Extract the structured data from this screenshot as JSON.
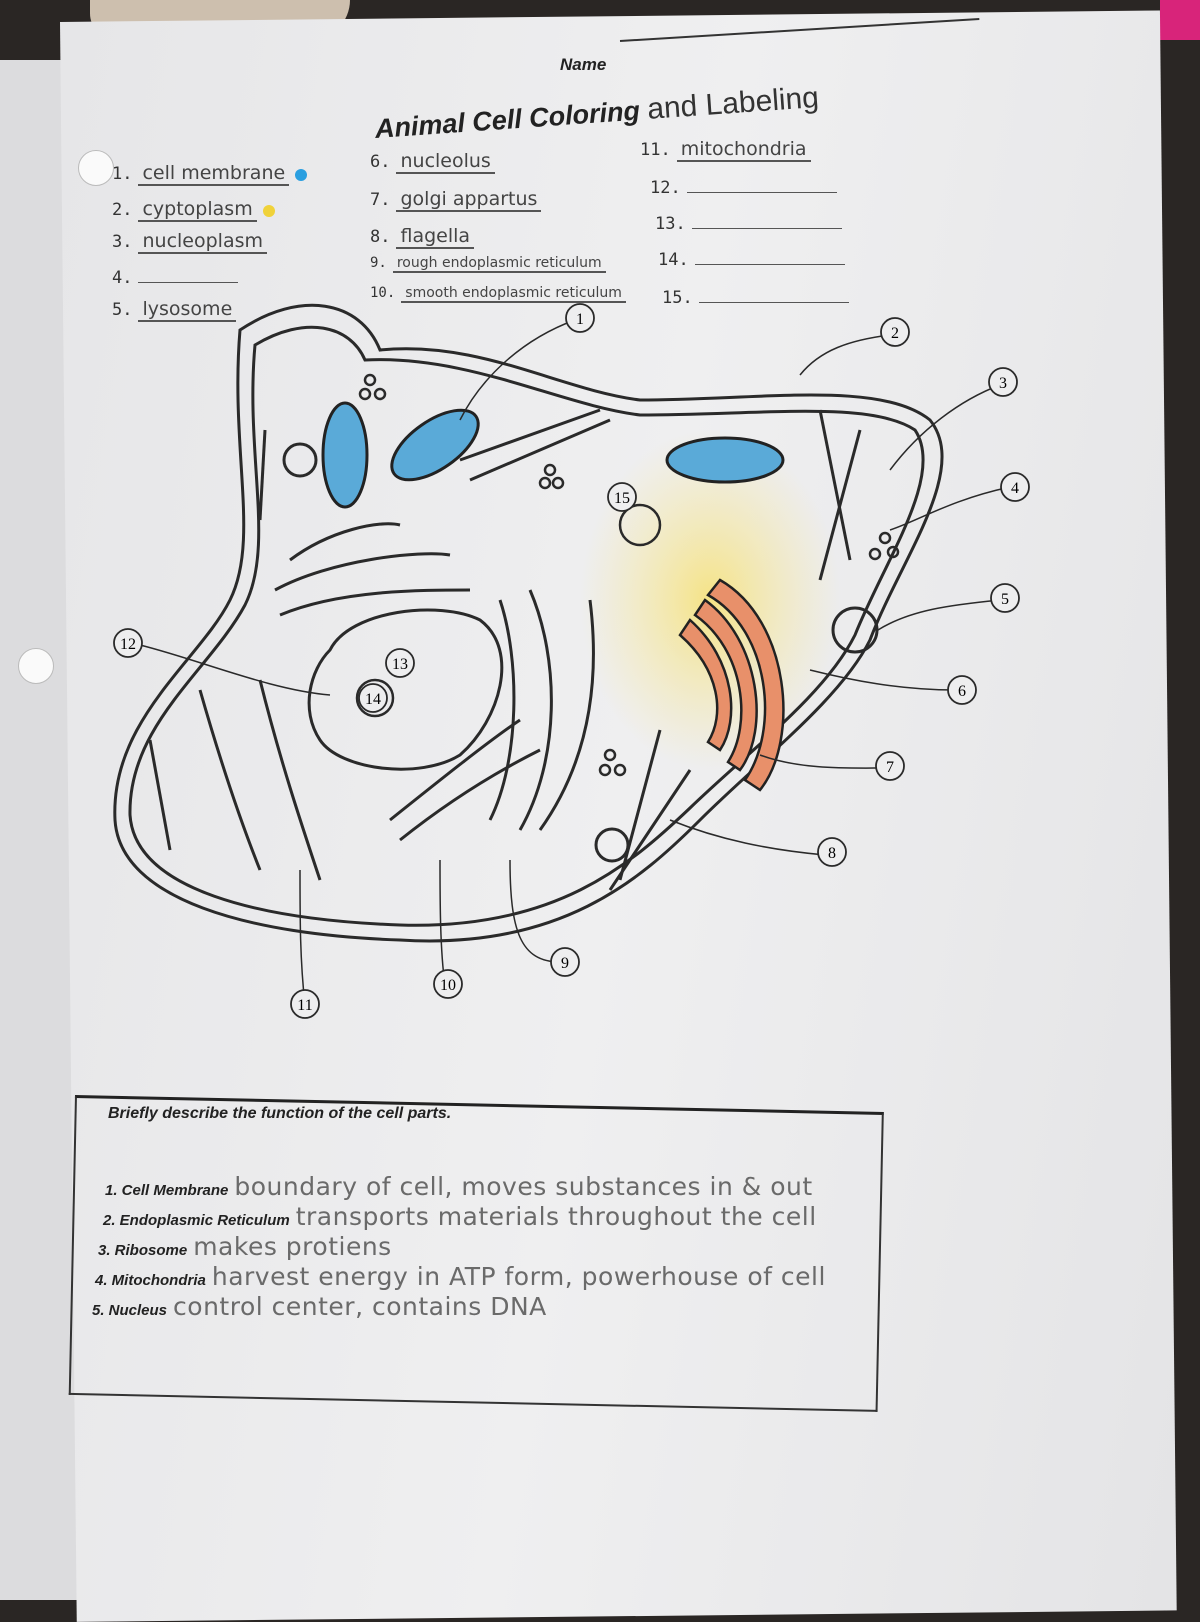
{
  "header": {
    "name_label": "Name",
    "title_print": "Animal Cell Coloring",
    "title_hand": "and Labeling"
  },
  "labels": [
    {
      "num": "1.",
      "answer": "cell membrane",
      "color": "#2a9fe0"
    },
    {
      "num": "2.",
      "answer": "cyptoplasm",
      "color": "#f0d23a"
    },
    {
      "num": "3.",
      "answer": "nucleoplasm"
    },
    {
      "num": "4.",
      "answer": ""
    },
    {
      "num": "5.",
      "answer": "lysosome"
    },
    {
      "num": "6.",
      "answer": "nucleolus"
    },
    {
      "num": "7.",
      "answer": "golgi appartus"
    },
    {
      "num": "8.",
      "answer": "flagella"
    },
    {
      "num": "9.",
      "answer": "rough endoplasmic reticulum"
    },
    {
      "num": "10.",
      "answer": "smooth endoplasmic reticulum"
    },
    {
      "num": "11.",
      "answer": "mitochondria"
    },
    {
      "num": "12.",
      "answer": ""
    },
    {
      "num": "13.",
      "answer": ""
    },
    {
      "num": "14.",
      "answer": ""
    },
    {
      "num": "15.",
      "answer": ""
    }
  ],
  "diagram": {
    "callouts": [
      "1",
      "2",
      "3",
      "4",
      "5",
      "6",
      "7",
      "8",
      "9",
      "10",
      "11",
      "12",
      "13",
      "14",
      "15"
    ],
    "colors": {
      "mitochondria": "#5aaad8",
      "golgi": "#e8906a",
      "cytoplasm": "#f6e79a"
    }
  },
  "functions": {
    "prompt": "Briefly describe the function of the cell parts.",
    "items": [
      {
        "label": "1. Cell Membrane",
        "answer": "boundary of cell, moves substances in & out"
      },
      {
        "label": "2. Endoplasmic Reticulum",
        "answer": "transports materials throughout the cell"
      },
      {
        "label": "3. Ribosome",
        "answer": "makes protiens"
      },
      {
        "label": "4. Mitochondria",
        "answer": "harvest energy in ATP form, powerhouse of cell"
      },
      {
        "label": "5. Nucleus",
        "answer": "control center, contains DNA"
      }
    ]
  }
}
